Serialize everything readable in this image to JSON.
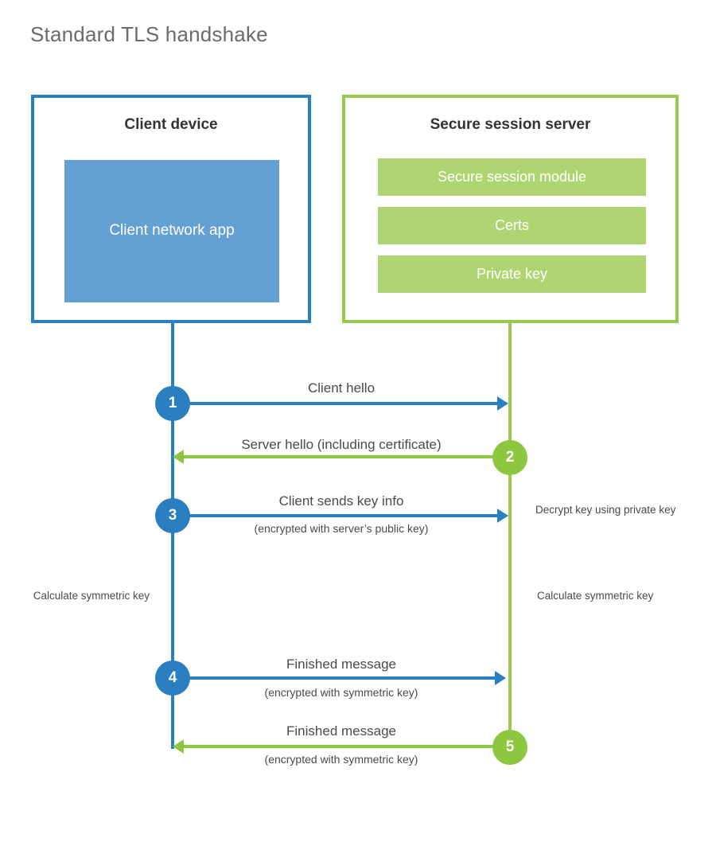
{
  "title": "Standard TLS handshake",
  "colors": {
    "client_blue": "#2a7fc0",
    "client_app_blue": "#63a0d4",
    "server_green": "#97ca4f",
    "step_green": "#8dc63f",
    "module_green": "#afd472",
    "title_gray": "#6b6b6b",
    "text_gray": "#4a4a4a"
  },
  "client": {
    "title": "Client device",
    "app_label": "Client network app"
  },
  "server": {
    "title": "Secure session server",
    "modules": [
      {
        "label": "Secure session module"
      },
      {
        "label": "Certs"
      },
      {
        "label": "Private key"
      }
    ]
  },
  "steps": [
    {
      "number": "1",
      "label": "Client hello",
      "sublabel": "",
      "direction": "client-to-server",
      "color": "blue"
    },
    {
      "number": "2",
      "label": "Server hello (including certificate)",
      "sublabel": "",
      "direction": "server-to-client",
      "color": "green"
    },
    {
      "number": "3",
      "label": "Client sends key info",
      "sublabel": "(encrypted with server’s public key)",
      "direction": "client-to-server",
      "color": "blue"
    },
    {
      "number": "4",
      "label": "Finished message",
      "sublabel": "(encrypted with symmetric key)",
      "direction": "client-to-server",
      "color": "blue"
    },
    {
      "number": "5",
      "label": "Finished message",
      "sublabel": "(encrypted with symmetric key)",
      "direction": "server-to-client",
      "color": "green"
    }
  ],
  "notes": {
    "server_decrypt": "Decrypt key using private key",
    "client_calculate": "Calculate symmetric key",
    "server_calculate": "Calculate symmetric key"
  }
}
